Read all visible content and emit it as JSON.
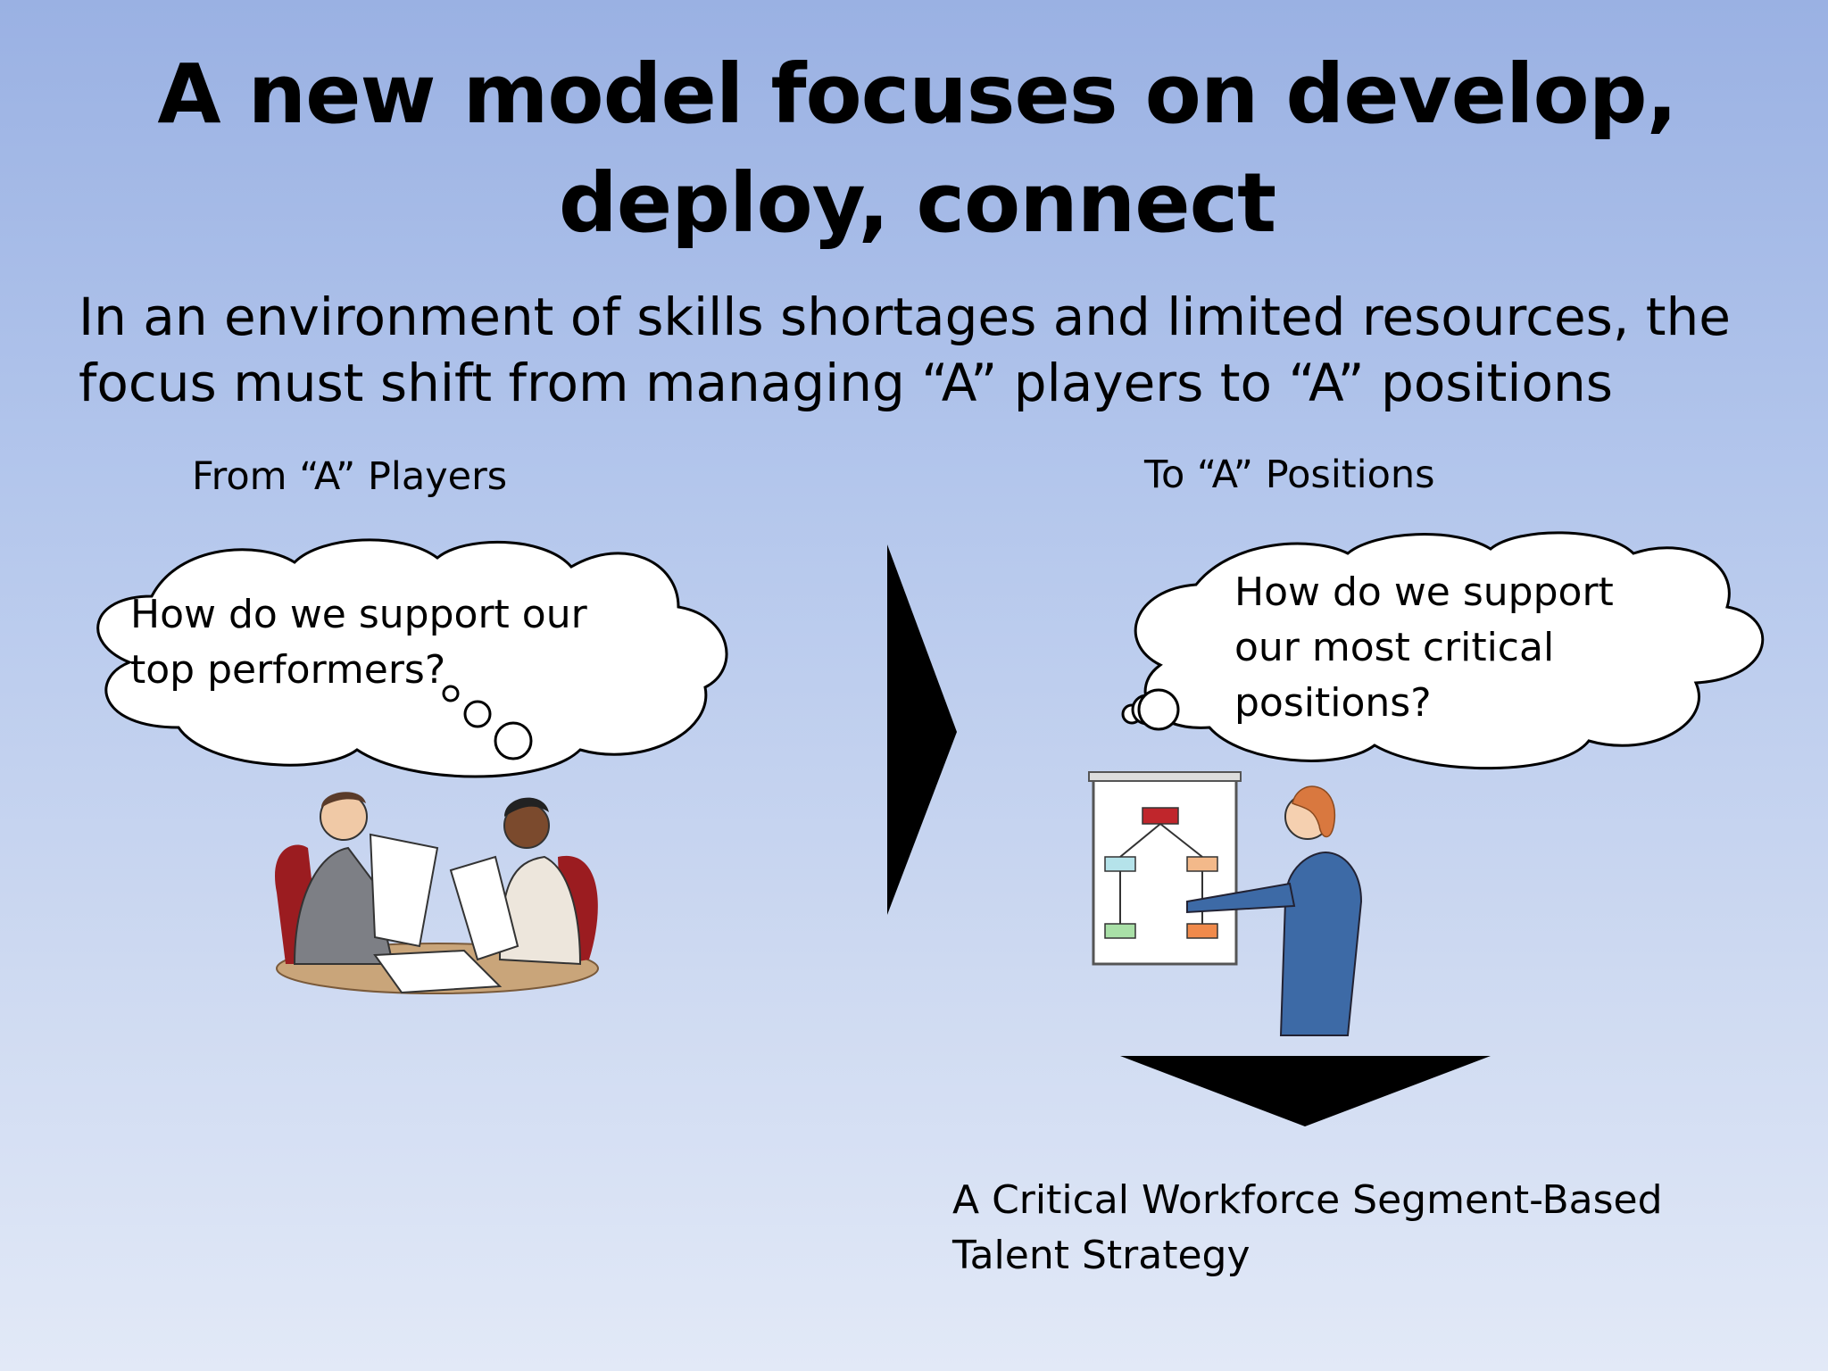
{
  "slide": {
    "title": "A new model focuses on develop, deploy, connect",
    "subtitle": "In an environment of skills shortages and limited resources, the focus must shift from managing “A” players to “A” positions",
    "left": {
      "label": "From “A” Players",
      "thought": "How do we support our top performers?",
      "illustration_icon": "meeting-people-icon"
    },
    "right": {
      "label": "To “A” Positions",
      "thought": "How do we support our most critical positions?",
      "illustration_icon": "presenter-org-chart-icon"
    },
    "conclusion": "A Critical Workforce Segment-Based Talent Strategy",
    "arrows": [
      "right-arrow-icon",
      "down-arrow-icon"
    ]
  }
}
